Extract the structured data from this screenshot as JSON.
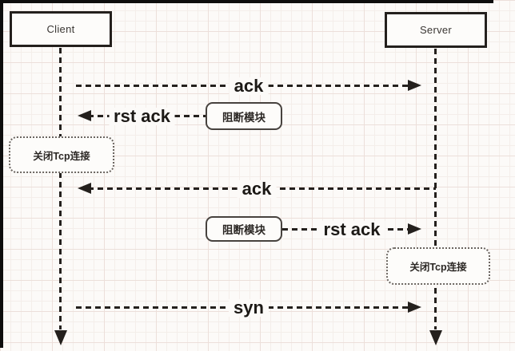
{
  "actors": {
    "client": "Client",
    "server": "Server"
  },
  "messages": {
    "ack1": "ack",
    "rst_ack1": "rst ack",
    "ack2": "ack",
    "rst_ack2": "rst ack",
    "syn1": "syn"
  },
  "modules": {
    "block1": "阻断模块",
    "block2": "阻断模块"
  },
  "notes": {
    "close_left": "关闭Tcp连接",
    "close_right": "关闭Tcp连接"
  },
  "colors": {
    "line": "#24201d",
    "actor_border": "#24201d",
    "module_border": "#47423e",
    "note_border": "#6b6560",
    "background": "#fcfaf8",
    "grid_minor": "#f4eeea",
    "grid_major": "#ecdfda",
    "window_edge": "#0d0d0d"
  }
}
